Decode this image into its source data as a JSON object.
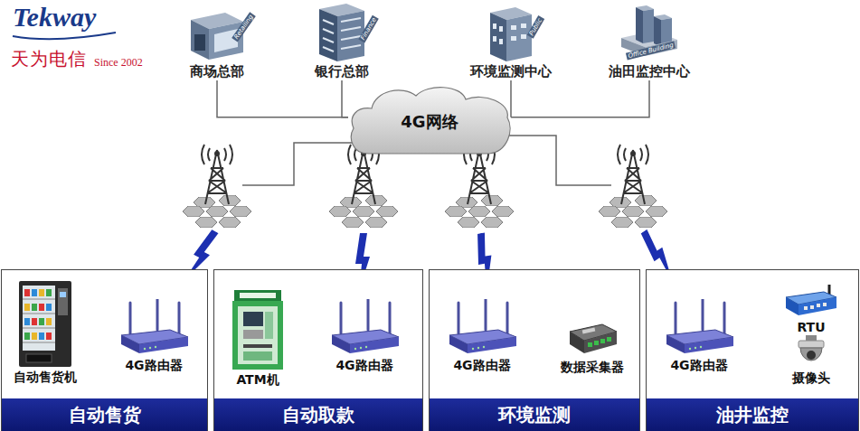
{
  "diagram": {
    "nodes": [
      {
        "text": [
          "商场总部"
        ]
      },
      {
        "text": [
          "银行总部"
        ]
      },
      {
        "text": [
          "环境监测中心"
        ]
      },
      {
        "text": [
          "油田监控中心"
        ]
      },
      {
        "text": [
          "4G网络"
        ]
      },
      {
        "text": [
          "自动售货"
        ]
      },
      {
        "text": [
          "自动售货机"
        ],
        "in": 5
      },
      {
        "text": [
          "4G路由器"
        ],
        "in": 5
      },
      {
        "text": [
          "自动取款"
        ]
      },
      {
        "text": [
          "ATM机"
        ],
        "in": 8
      },
      {
        "text": [
          "4G路由器"
        ],
        "in": 8
      },
      {
        "text": [
          "环境监测"
        ]
      },
      {
        "text": [
          "4G路由器"
        ],
        "in": 11
      },
      {
        "text": [
          "数据采集器"
        ],
        "in": 11
      },
      {
        "text": [
          "油井监控"
        ]
      },
      {
        "text": [
          "4G路由器"
        ],
        "in": 14
      },
      {
        "text": [
          "RTU"
        ],
        "in": 14
      },
      {
        "text": [
          "摄像头"
        ],
        "in": 14
      }
    ],
    "edges": [
      {
        "from": 0,
        "to": 4,
        "arrow": "none"
      },
      {
        "from": 1,
        "to": 4,
        "arrow": "none"
      },
      {
        "from": 2,
        "to": 4,
        "arrow": "none"
      },
      {
        "from": 3,
        "to": 4,
        "arrow": "none"
      },
      {
        "from": 6,
        "to": 7,
        "arrow": "none"
      },
      {
        "from": 9,
        "to": 10,
        "arrow": "none"
      },
      {
        "from": 12,
        "to": 13,
        "arrow": "none"
      },
      {
        "from": 15,
        "to": 16,
        "arrow": "none"
      },
      {
        "from": 15,
        "to": 17,
        "arrow": "none"
      }
    ],
    "labels": [
      "Tekway",
      "天为电信",
      "Since 2002",
      "Retailing",
      "Finance",
      "Public",
      "Office Building"
    ]
  }
}
